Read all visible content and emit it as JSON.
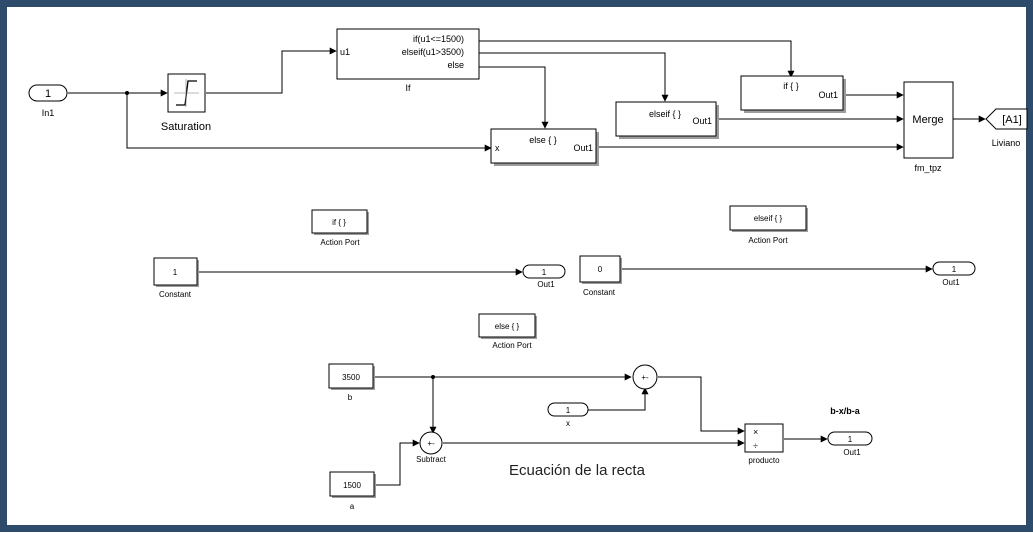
{
  "top_model": {
    "in_port": {
      "number": "1",
      "name": "In1"
    },
    "saturation": {
      "name": "Saturation"
    },
    "if_block": {
      "input": "u1",
      "cond1": "if(u1<=1500)",
      "cond2": "elseif(u1>3500)",
      "cond3": "else",
      "name": "If"
    },
    "if_action": {
      "port": "if { }",
      "out": "Out1"
    },
    "elseif_action": {
      "port": "elseif { }",
      "out": "Out1"
    },
    "else_action": {
      "input": "x",
      "port": "else { }",
      "out": "Out1"
    },
    "merge": {
      "label": "Merge",
      "name": "fm_tpz"
    },
    "goto": {
      "tag": "[A1]",
      "name": "Liviano"
    }
  },
  "if_subsystem": {
    "action_port": {
      "label": "if { }",
      "name": "Action Port"
    },
    "constant": {
      "value": "1",
      "name": "Constant"
    },
    "out": {
      "number": "1",
      "name": "Out1"
    }
  },
  "elseif_subsystem": {
    "action_port": {
      "label": "elseif { }",
      "name": "Action Port"
    },
    "constant": {
      "value": "0",
      "name": "Constant"
    },
    "out": {
      "number": "1",
      "name": "Out1"
    }
  },
  "else_subsystem": {
    "action_port": {
      "label": "else { }",
      "name": "Action Port"
    },
    "const_b": {
      "value": "3500",
      "name": "b"
    },
    "const_a": {
      "value": "1500",
      "name": "a"
    },
    "in_x": {
      "number": "1",
      "name": "x"
    },
    "sum_top": {
      "signs": "+-"
    },
    "subtract": {
      "signs": "+-",
      "name": "Subtract"
    },
    "product": {
      "op1": "×",
      "op2": "÷",
      "name": "producto"
    },
    "out": {
      "number": "1",
      "name": "Out1"
    },
    "formula": "b-x/b-a",
    "caption": "Ecuación de la recta"
  },
  "colors": {
    "border": "#2e4b6b",
    "shadow": "#9c9c9c"
  }
}
